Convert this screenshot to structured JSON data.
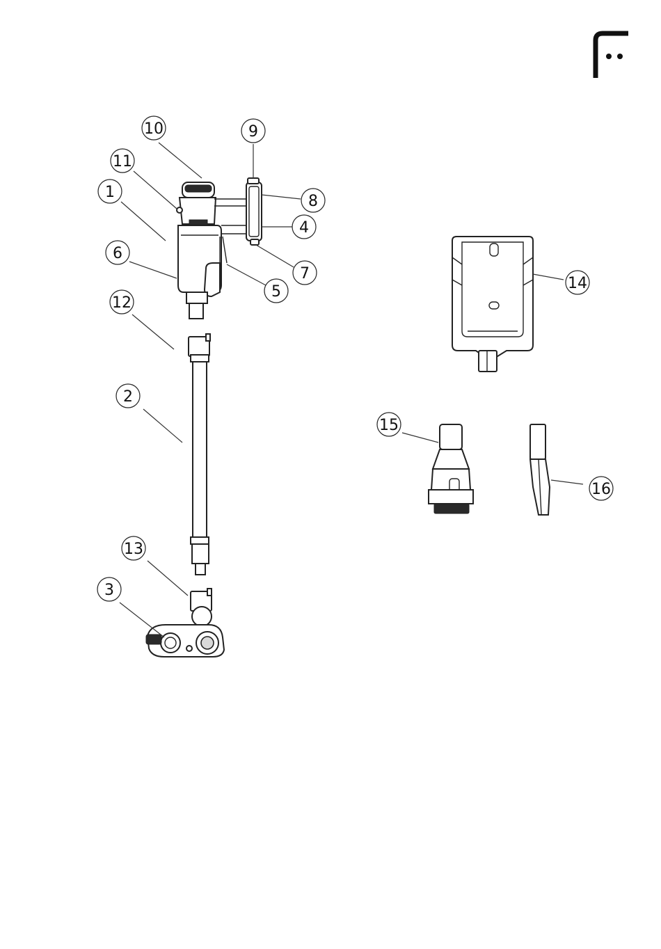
{
  "brand": {
    "logo_icon": "brand-logo-icon",
    "color": "#111111"
  },
  "callouts": {
    "c1": "1",
    "c2": "2",
    "c3": "3",
    "c4": "4",
    "c5": "5",
    "c6": "6",
    "c7": "7",
    "c8": "8",
    "c9": "9",
    "c10": "10",
    "c11": "11",
    "c12": "12",
    "c13": "13",
    "c14": "14",
    "c15": "15",
    "c16": "16"
  },
  "parts": {
    "main_unit_icon": "vacuum-main-unit-icon",
    "tube_icon": "extension-tube-icon",
    "floor_head_icon": "floor-brush-head-icon",
    "wall_mount_icon": "wall-mount-bracket-icon",
    "brush_tool_icon": "dusting-brush-tool-icon",
    "crevice_tool_icon": "crevice-tool-icon"
  },
  "colors": {
    "line": "#222222",
    "background": "#ffffff"
  }
}
